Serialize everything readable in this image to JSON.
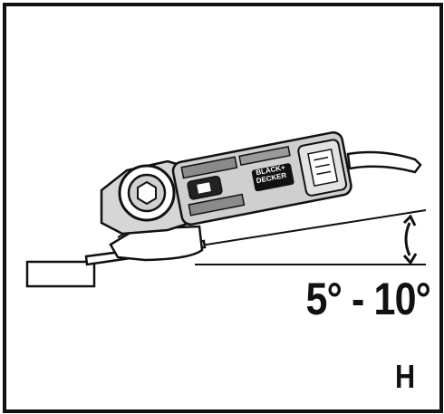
{
  "diagram": {
    "angle_range_label": "5° - 10°",
    "figure_letter": "H",
    "brand_logo_text": "BLACK+DECKER"
  },
  "colors": {
    "line": "#111111",
    "background": "#ffffff",
    "tool_body_gray": "#cfcfcf"
  },
  "icons": {
    "angle_arrow": "double-headed-curved-arrow-icon"
  }
}
